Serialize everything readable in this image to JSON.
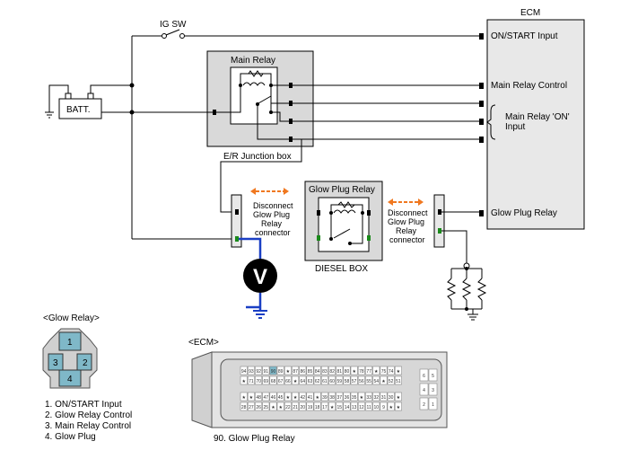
{
  "labels": {
    "ig_sw": "IG SW",
    "ecm": "ECM",
    "batt": "BATT.",
    "main_relay": "Main Relay",
    "er_junction": "E/R Junction box",
    "glow_plug_relay_title": "Glow Plug Relay",
    "diesel_box": "DIESEL BOX",
    "disconnect_left": [
      "Disconnect",
      "Glow Plug",
      "Relay",
      "connector"
    ],
    "disconnect_right": [
      "Disconnect",
      "Glow Plug",
      "Relay",
      "connector"
    ],
    "voltmeter": "V",
    "glow_relay_header": "<Glow Relay>",
    "ecm_header": "<ECM>",
    "ecm_pin_note": "90. Glow Plug Relay"
  },
  "ecm_inputs": [
    "ON/START Input",
    "Main Relay Control",
    "Main Relay 'ON'",
    "Input",
    "Glow Plug Relay"
  ],
  "glow_relay_pins": [
    "1",
    "2",
    "3",
    "4"
  ],
  "legend": [
    {
      "text": "1. ON/START Input",
      "color": "#1b8a1b"
    },
    {
      "text": "2. Glow Relay Control",
      "color": "#000000"
    },
    {
      "text": "3. Main Relay Control",
      "color": "#000000"
    },
    {
      "text": "4. Glow Plug",
      "color": "#1b8a1b"
    }
  ],
  "ecm_connector": {
    "row1": [
      "94",
      "93",
      "92",
      "91",
      "90",
      "89",
      "★",
      "87",
      "86",
      "85",
      "84",
      "83",
      "82",
      "81",
      "80",
      "★",
      "78",
      "77",
      "★",
      "75",
      "74",
      "★"
    ],
    "row2": [
      "★",
      "71",
      "70",
      "69",
      "68",
      "67",
      "66",
      "★",
      "64",
      "63",
      "62",
      "61",
      "60",
      "59",
      "58",
      "57",
      "56",
      "55",
      "54",
      "★",
      "52",
      "51"
    ],
    "row3": [
      "★",
      "★",
      "48",
      "47",
      "46",
      "45",
      "★",
      "★",
      "42",
      "41",
      "★",
      "39",
      "38",
      "37",
      "36",
      "35",
      "★",
      "33",
      "32",
      "31",
      "30",
      "★"
    ],
    "row4": [
      "28",
      "27",
      "26",
      "25",
      "★",
      "★",
      "22",
      "21",
      "20",
      "19",
      "18",
      "17",
      "★",
      "15",
      "14",
      "13",
      "12",
      "11",
      "10",
      "9",
      "★",
      "★"
    ],
    "side": [
      [
        "6",
        "5"
      ],
      [
        "4",
        "3"
      ],
      [
        "2",
        "1"
      ]
    ]
  },
  "colors": {
    "accent_orange": "#f07820",
    "green": "#1b8a1b",
    "blue_wire": "#1a3fc4",
    "relay_box": "#d9d9d9",
    "ecm_box": "#e8e8e8"
  }
}
